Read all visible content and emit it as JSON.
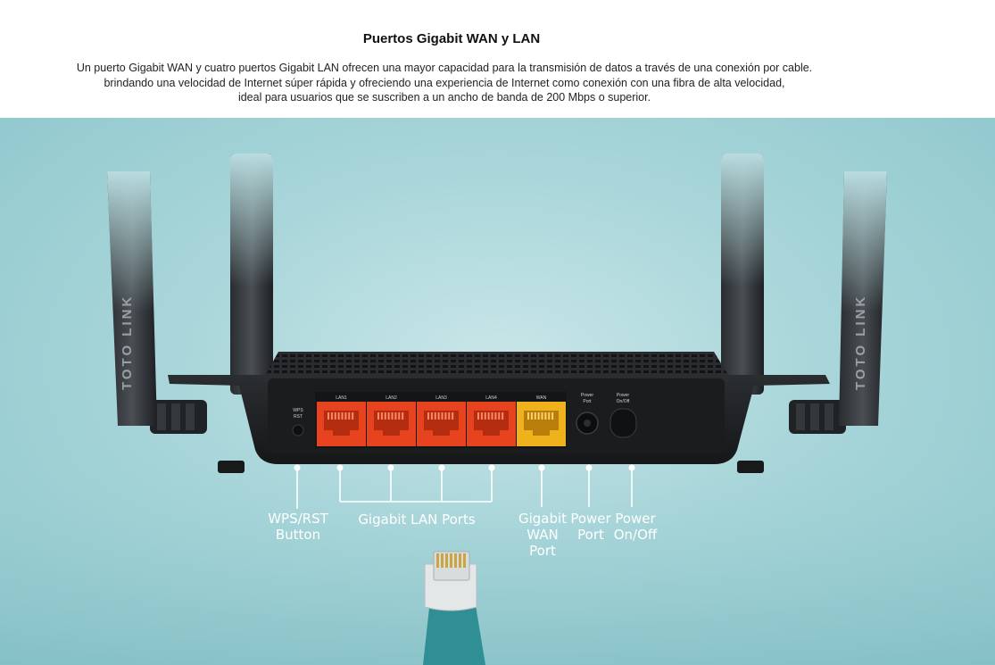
{
  "header": {
    "title": "Puertos Gigabit WAN y LAN",
    "description_lines": [
      "Un puerto Gigabit WAN y cuatro puertos Gigabit LAN ofrecen una mayor capacidad para la transmisión de datos a través de una conexión por cable.",
      "brindando una velocidad de Internet súper rápida y ofreciendo una experiencia de Internet como conexión con una fibra de alta velocidad,",
      "ideal para usuarios que se suscriben  a un ancho de banda de 200 Mbps o superior."
    ]
  },
  "router": {
    "brand_left": "TOTO LINK",
    "brand_right": "TOTO LINK",
    "button_label_1": "WPS",
    "button_label_2": "RST",
    "ports": [
      "LAN1",
      "LAN2",
      "LAN3",
      "LAN4",
      "WAN"
    ],
    "power_port_label_1": "Power",
    "power_port_label_2": "Port",
    "power_switch_label_1": "Power",
    "power_switch_label_2": "On/Off",
    "lan_port_color": "#e8431f",
    "wan_port_color": "#f0b21c"
  },
  "callouts": {
    "wps": [
      "WPS/RST",
      "Button"
    ],
    "lan": "Gigabit LAN Ports",
    "wan": [
      "Gigabit",
      "WAN",
      "Port"
    ],
    "power_port": [
      "Power",
      "Port"
    ],
    "power_switch": [
      "Power",
      "On/Off"
    ]
  }
}
